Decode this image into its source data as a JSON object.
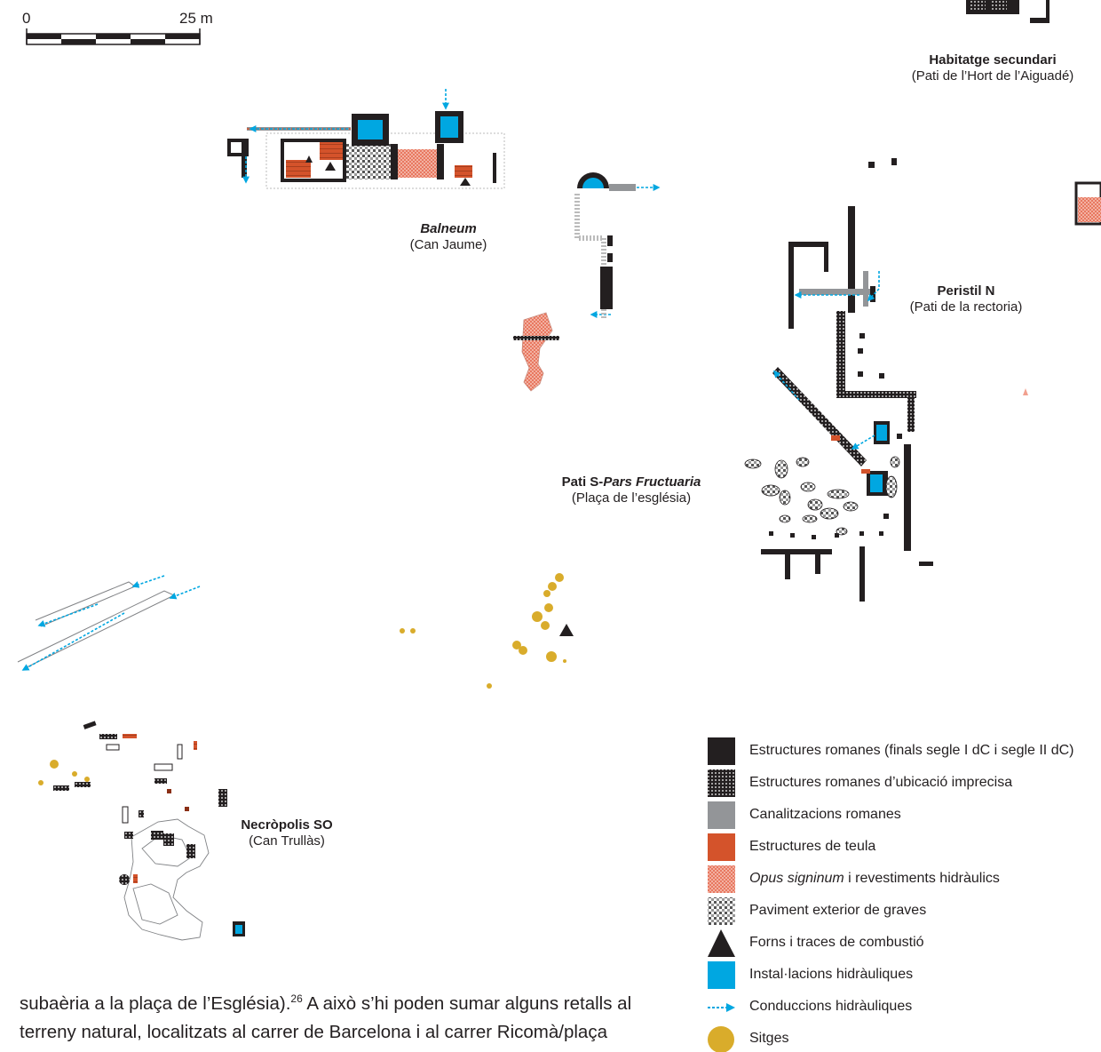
{
  "scale_bar": {
    "start_label": "0",
    "end_label": "25 m"
  },
  "sites": [
    {
      "id": "balneum",
      "title": "Balneum",
      "title_italic": true,
      "subtitle": "(Can Jaume)"
    },
    {
      "id": "habitatge",
      "title": "Habitatge secundari",
      "subtitle": "(Pati de l’Hort de l’Aiguadé)"
    },
    {
      "id": "peristil",
      "title": "Peristil N",
      "subtitle": "(Pati de la rectoria)"
    },
    {
      "id": "pati-s",
      "title_prefix": "Pati S-",
      "title_italic_part": "Pars Fructuaria",
      "subtitle": "(Plaça de l’església)"
    },
    {
      "id": "necropolis",
      "title": "Necròpolis SO",
      "subtitle": "(Can Trullàs)"
    }
  ],
  "legend": [
    {
      "label": "Estructures romanes (finals segle I dC i segle II dC)",
      "symbol": "solid-black"
    },
    {
      "label": "Estructures romanes d’ubicació imprecisa",
      "symbol": "black-dotted"
    },
    {
      "label": "Canalitzacions romanes",
      "symbol": "grey"
    },
    {
      "label": "Estructures de teula",
      "symbol": "orange"
    },
    {
      "label_italic": "Opus signinum",
      "label_rest": " i revestiments hidràulics",
      "symbol": "pink-hatch"
    },
    {
      "label": "Paviment exterior de graves",
      "symbol": "gravel-checker"
    },
    {
      "label": "Forns i traces de combustió",
      "symbol": "black-triangle"
    },
    {
      "label": "Instal·lacions hidràuliques",
      "symbol": "blue"
    },
    {
      "label": "Conduccions hidràuliques",
      "symbol": "blue-dotted-arrow"
    },
    {
      "label": "Sitges",
      "symbol": "yellow-circle"
    }
  ],
  "colors": {
    "structure": "#231f20",
    "canal": "#939598",
    "tile": "#d4532b",
    "signinum": "#f2a08f",
    "hydraulic": "#00a7e1",
    "silo": "#d9ac2b"
  },
  "paragraph": {
    "text_before": "subaèria a la plaça de l’Església).",
    "footnote": "26",
    "text_after": " A això s’hi poden sumar alguns retalls al terreny natural, localitzats al carrer de Barcelona i al carrer Ricomà/plaça"
  }
}
